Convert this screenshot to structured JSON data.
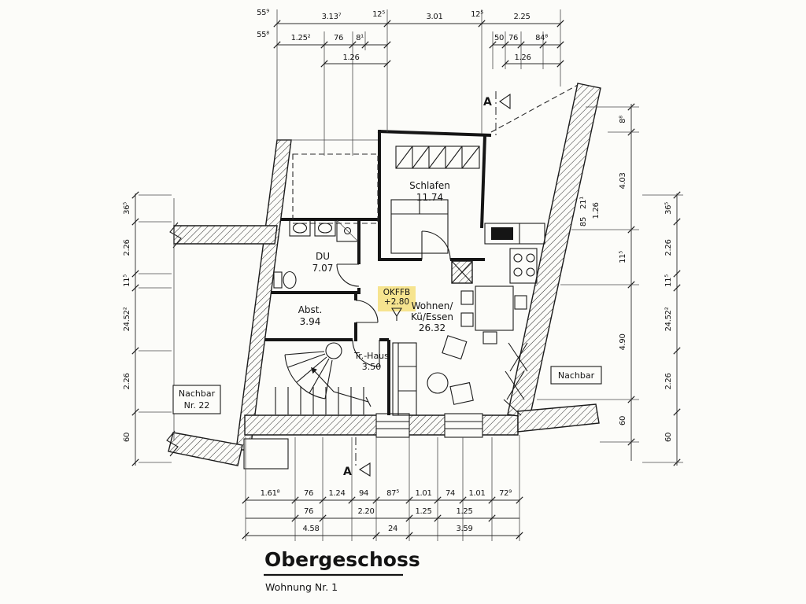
{
  "meta": {
    "paper": "#fcfcf9",
    "ink": "#1b1b1b",
    "highlight": "#f4df7d"
  },
  "title": {
    "main": "Obergeschoss",
    "sub": "Wohnung Nr. 1"
  },
  "section_marker": {
    "top": "A",
    "bottom": "A"
  },
  "neighbors": {
    "left_line1": "Nachbar",
    "left_line2": "Nr. 22",
    "right": "Nachbar"
  },
  "rooms": {
    "schlafen": {
      "name": "Schlafen",
      "area": "11.74"
    },
    "du": {
      "name": "DU",
      "area": "7.07"
    },
    "abst": {
      "name": "Abst.",
      "area": "3.94"
    },
    "wohnen": {
      "name_line1": "Wohnen/",
      "name_line2": "Kü/Essen",
      "area": "26.32"
    },
    "trhaus": {
      "name": "Tr.-Haus",
      "area": "3.50"
    }
  },
  "level_marker": {
    "label": "OKFFB",
    "value": "+2.80"
  },
  "dims": {
    "top_row0": [
      "55⁹",
      "3.13⁷",
      "12⁵",
      "3.01",
      "12⁵",
      "2.25"
    ],
    "top_left_row1": [
      "55⁸",
      "1.25²",
      "76",
      "8¹"
    ],
    "top_left_row2": "1.26",
    "top_right_row1": [
      "50",
      "76",
      "84⁸"
    ],
    "top_right_row2": "1.26",
    "left_chain": [
      "36⁵",
      "2.26",
      "11⁵",
      "24.52²",
      "2.26",
      "60"
    ],
    "right_inner_chain": [
      "8⁸",
      "4.03",
      "11⁵",
      "4.90",
      "60"
    ],
    "right_wall_marks": [
      "21¹",
      "85",
      "1.26"
    ],
    "right_outer_chain": [
      "36⁵",
      "2.26",
      "11⁵",
      "24.52²",
      "2.26",
      "60"
    ],
    "bottom_row1": [
      "1.61⁸",
      "76",
      "1.24",
      "94",
      "87⁵",
      "1.01",
      "74",
      "1.01",
      "72⁹"
    ],
    "bottom_row2": [
      "76",
      "2.20",
      "1.25",
      "1.25"
    ],
    "bottom_row3": [
      "4.58",
      "24",
      "3.59"
    ]
  }
}
